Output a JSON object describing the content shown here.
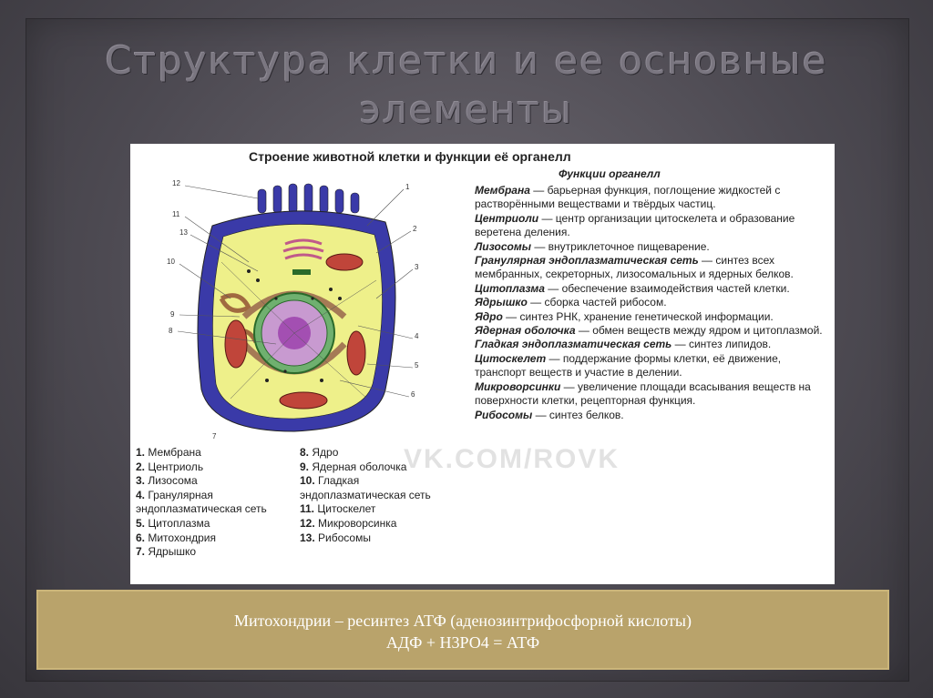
{
  "slide": {
    "title_line1": "Структура клетки и ее основные",
    "title_line2": "элементы"
  },
  "figure": {
    "title": "Строение животной клетки и функции её органелл",
    "functions_heading": "Функции органелл",
    "watermark": "VK.COM/ROVK",
    "functions": [
      {
        "term": "Мембрана",
        "text": " — барьерная функция, поглощение жидкостей с растворёнными веществами и твёрдых частиц."
      },
      {
        "term": "Центриоли",
        "text": " — центр организации цитоскелета и образование веретена деления."
      },
      {
        "term": "Лизосомы",
        "text": " — внутриклеточное пищеварение."
      },
      {
        "term": "Гранулярная эндоплазматическая сеть",
        "text": " — синтез всех мембранных, секреторных, лизосомальных и ядерных белков."
      },
      {
        "term": "Цитоплазма",
        "text": " — обеспечение взаимодействия частей клетки."
      },
      {
        "term": "Ядрышко",
        "text": " — сборка частей рибосом."
      },
      {
        "term": "Ядро",
        "text": " — синтез РНК, хранение генетической информации."
      },
      {
        "term": "Ядерная оболочка",
        "text": " — обмен веществ между ядром и цитоплазмой."
      },
      {
        "term": "Гладкая эндоплазматическая сеть",
        "text": " — синтез липидов."
      },
      {
        "term": "Цитоскелет",
        "text": " — поддержание формы клетки, её движение, транспорт веществ и участие в делении."
      },
      {
        "term": "Микроворсинки",
        "text": " — увеличение площади всасывания веществ на поверхности клетки, рецепторная функция."
      },
      {
        "term": "Рибосомы",
        "text": " — синтез белков."
      }
    ],
    "legend_left": [
      {
        "n": "1.",
        "label": " Мембрана"
      },
      {
        "n": "2.",
        "label": " Центриоль"
      },
      {
        "n": "3.",
        "label": " Лизосома"
      },
      {
        "n": "4.",
        "label": " Гранулярная эндоплазматическая сеть"
      },
      {
        "n": "5.",
        "label": " Цитоплазма"
      },
      {
        "n": "6.",
        "label": " Митохондрия"
      },
      {
        "n": "7.",
        "label": " Ядрышко"
      }
    ],
    "legend_right": [
      {
        "n": "8.",
        "label": " Ядро"
      },
      {
        "n": "9.",
        "label": " Ядерная оболочка"
      },
      {
        "n": "10.",
        "label": " Гладкая эндоплазматическая сеть"
      },
      {
        "n": "11.",
        "label": " Цитоскелет"
      },
      {
        "n": "12.",
        "label": " Микроворсинка"
      },
      {
        "n": "13.",
        "label": " Рибосомы"
      }
    ],
    "callout_numbers": [
      "1",
      "2",
      "3",
      "4",
      "5",
      "6",
      "7",
      "8",
      "9",
      "10",
      "11",
      "12",
      "13"
    ]
  },
  "callout": {
    "line1": "Митохондрии – ресинтез АТФ (аденозинтрифосфорной кислоты)",
    "line2": "АДФ + Н3РО4 = АТФ"
  }
}
